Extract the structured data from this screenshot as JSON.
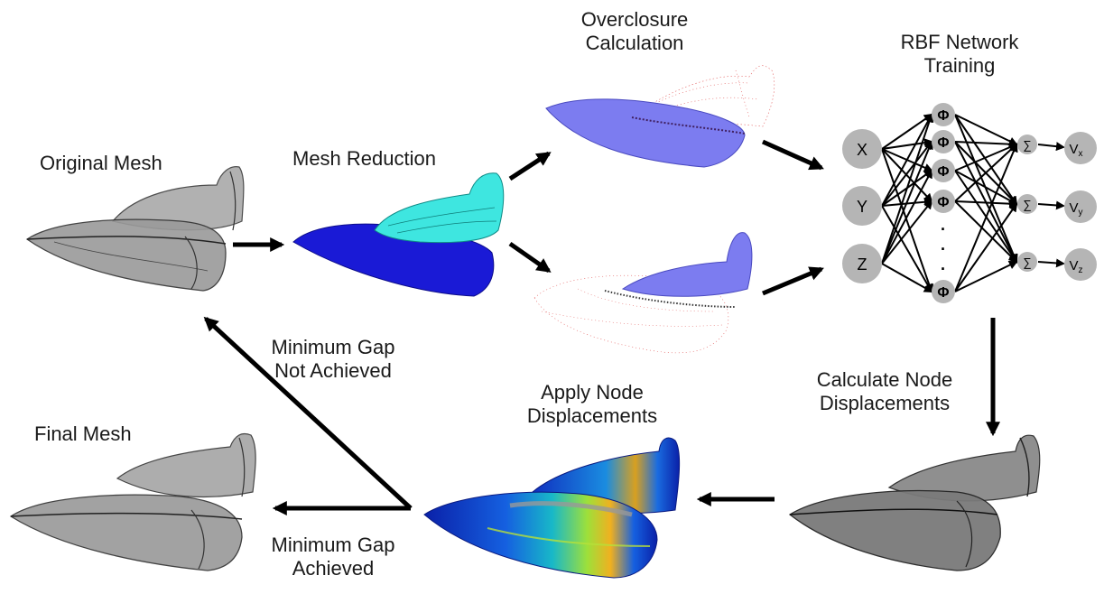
{
  "labels": {
    "original_mesh": "Original Mesh",
    "mesh_reduction": "Mesh Reduction",
    "overclosure_line1": "Overclosure",
    "overclosure_line2": "Calculation",
    "rbf_line1": "RBF Network",
    "rbf_line2": "Training",
    "calc_disp_line1": "Calculate Node",
    "calc_disp_line2": "Displacements",
    "apply_disp_line1": "Apply Node",
    "apply_disp_line2": "Displacements",
    "final_mesh": "Final Mesh",
    "gap_not_line1": "Minimum Gap",
    "gap_not_line2": "Not Achieved",
    "gap_yes_line1": "Minimum Gap",
    "gap_yes_line2": "Achieved"
  },
  "network": {
    "inputs": [
      "X",
      "Y",
      "Z"
    ],
    "hidden_symbol": "Φ",
    "dots": "·",
    "sum_symbol": "∑",
    "outputs": [
      {
        "base": "V",
        "sub": "x"
      },
      {
        "base": "V",
        "sub": "y"
      },
      {
        "base": "V",
        "sub": "z"
      }
    ]
  },
  "colors": {
    "mesh_gray": "#8c8c8c",
    "mesh_dark": "#2e2e2e",
    "reduced_lower": "#1a1ad6",
    "reduced_upper": "#3ee6e0",
    "overclosure_blue": "#7c7cf0",
    "overclosure_points": "#e33b3b",
    "node_gray": "#b5b5b5",
    "arrow": "#000000"
  }
}
